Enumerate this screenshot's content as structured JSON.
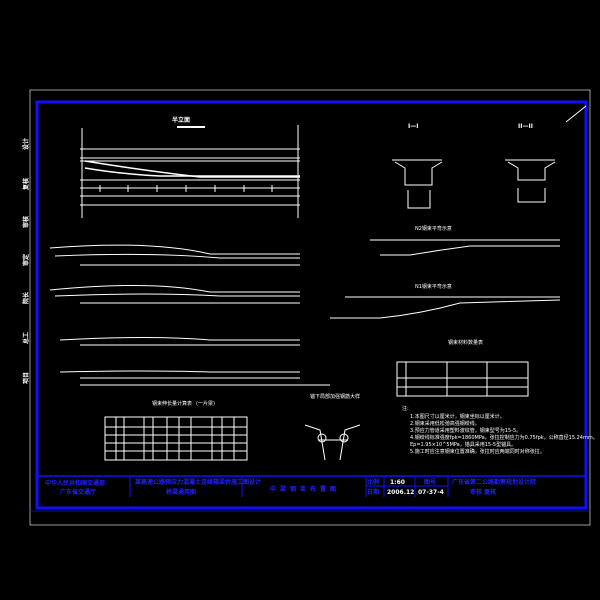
{
  "title_block": {
    "authority_line1": "中华人民共和国交通部",
    "authority_line2": "广东省交通厅",
    "project_line1": "某高速公路预应力混凝土连续箱梁桥施工图设计",
    "project_line2": "桥梁通用图",
    "drawing_title": "中梁钢束布置图",
    "scale_label": "比例",
    "scale_value": "1:60",
    "date_label": "日期",
    "date_value": "2006.12",
    "number_label": "图号",
    "number_value": "07-37-4",
    "designer_line1": "广东省第二公路勘察规划设计院",
    "designer_line2": "审核   复核"
  },
  "views": {
    "elevation_title": "半立面",
    "section_a": "I—I",
    "section_b": "II—II",
    "plan_n2": "N2钢束平弯示意",
    "plan_n1": "N1钢束平弯示意",
    "table_title": "钢束材料数量表",
    "table_unit": "(一片梁)",
    "tendon_table_title": "钢束伸长量计算表",
    "detail_title": "锚下局部加强钢筋大样",
    "notes_title": "注:",
    "notes": [
      "1.本图尺寸以厘米计，钢束坐标以厘米计。",
      "2.钢束采用低松弛高强钢绞线。",
      "3.预应力管道采用塑料波纹管，钢束型号为15-5。",
      "4.钢绞线标准强度fpk=1860MPa，张拉控制应力为0.75fpk，公称直径15.24mm。",
      "  Ep=1.95×10^5MPa，锚具采用15-5型锚具。",
      "5.施工时应注意钢束位置准确，张拉时应两端同时对称张拉。"
    ]
  },
  "side_labels": [
    "设计",
    "复核",
    "审核",
    "审定",
    "院长",
    "总工",
    "项目"
  ],
  "colors": {
    "frame": "#1010ff",
    "line": "#ffffff",
    "background": "#000000"
  }
}
